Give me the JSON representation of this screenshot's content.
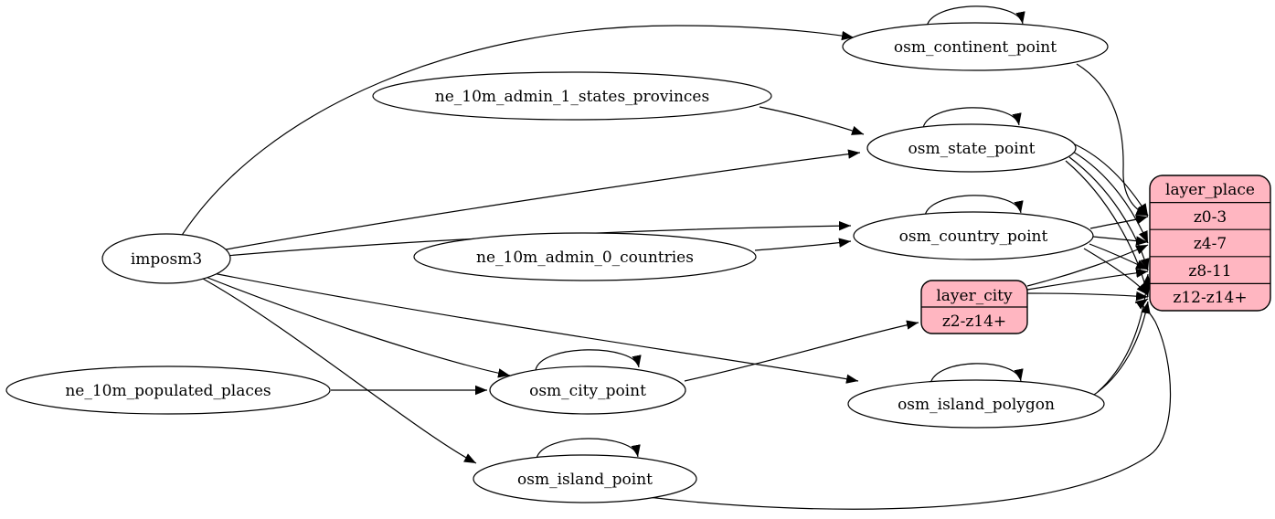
{
  "diagram": {
    "colors": {
      "layer_fill": "#ffb6c1",
      "table_fill": "#ffffff",
      "edge_color": "#000000",
      "text_color": "#000000"
    },
    "nodes": {
      "imposm3": {
        "label": "imposm3",
        "type": "source"
      },
      "ne_10m_admin_1_states_provinces": {
        "label": "ne_10m_admin_1_states_provinces",
        "type": "source"
      },
      "ne_10m_admin_0_countries": {
        "label": "ne_10m_admin_0_countries",
        "type": "source"
      },
      "ne_10m_populated_places": {
        "label": "ne_10m_populated_places",
        "type": "source"
      },
      "osm_continent_point": {
        "label": "osm_continent_point",
        "type": "table"
      },
      "osm_state_point": {
        "label": "osm_state_point",
        "type": "table"
      },
      "osm_country_point": {
        "label": "osm_country_point",
        "type": "table"
      },
      "osm_city_point": {
        "label": "osm_city_point",
        "type": "table"
      },
      "osm_island_polygon": {
        "label": "osm_island_polygon",
        "type": "table"
      },
      "osm_island_point": {
        "label": "osm_island_point",
        "type": "table"
      },
      "layer_city": {
        "label": "layer_city",
        "type": "layer",
        "rows": [
          "z2-z14+"
        ]
      },
      "layer_place": {
        "label": "layer_place",
        "type": "layer",
        "rows": [
          "z0-3",
          "z4-7",
          "z8-11",
          "z12-z14+"
        ]
      }
    },
    "edges": [
      {
        "from": "imposm3",
        "to": "osm_continent_point"
      },
      {
        "from": "imposm3",
        "to": "osm_state_point"
      },
      {
        "from": "imposm3",
        "to": "osm_country_point"
      },
      {
        "from": "imposm3",
        "to": "osm_city_point"
      },
      {
        "from": "imposm3",
        "to": "osm_island_polygon"
      },
      {
        "from": "imposm3",
        "to": "osm_island_point"
      },
      {
        "from": "ne_10m_admin_1_states_provinces",
        "to": "osm_state_point"
      },
      {
        "from": "ne_10m_admin_0_countries",
        "to": "osm_country_point"
      },
      {
        "from": "ne_10m_populated_places",
        "to": "osm_city_point"
      },
      {
        "from": "osm_continent_point",
        "to": "osm_continent_point"
      },
      {
        "from": "osm_state_point",
        "to": "osm_state_point"
      },
      {
        "from": "osm_country_point",
        "to": "osm_country_point"
      },
      {
        "from": "osm_city_point",
        "to": "osm_city_point"
      },
      {
        "from": "osm_island_polygon",
        "to": "osm_island_polygon"
      },
      {
        "from": "osm_island_point",
        "to": "osm_island_point"
      },
      {
        "from": "osm_continent_point",
        "to": "layer_place",
        "port": "z0-3"
      },
      {
        "from": "osm_state_point",
        "to": "layer_place",
        "port": "z0-3"
      },
      {
        "from": "osm_state_point",
        "to": "layer_place",
        "port": "z4-7"
      },
      {
        "from": "osm_state_point",
        "to": "layer_place",
        "port": "z8-11"
      },
      {
        "from": "osm_state_point",
        "to": "layer_place",
        "port": "z12-z14+"
      },
      {
        "from": "osm_country_point",
        "to": "layer_place",
        "port": "z0-3"
      },
      {
        "from": "osm_country_point",
        "to": "layer_place",
        "port": "z4-7"
      },
      {
        "from": "osm_country_point",
        "to": "layer_place",
        "port": "z8-11"
      },
      {
        "from": "osm_country_point",
        "to": "layer_place",
        "port": "z12-z14+"
      },
      {
        "from": "osm_city_point",
        "to": "layer_city",
        "port": "z2-z14+"
      },
      {
        "from": "layer_city",
        "to": "layer_place",
        "port": "z4-7"
      },
      {
        "from": "layer_city",
        "to": "layer_place",
        "port": "z8-11"
      },
      {
        "from": "layer_city",
        "to": "layer_place",
        "port": "z12-z14+"
      },
      {
        "from": "osm_island_polygon",
        "to": "layer_place",
        "port": "z8-11"
      },
      {
        "from": "osm_island_polygon",
        "to": "layer_place",
        "port": "z12-z14+"
      },
      {
        "from": "osm_island_point",
        "to": "layer_place",
        "port": "z12-z14+"
      }
    ]
  }
}
